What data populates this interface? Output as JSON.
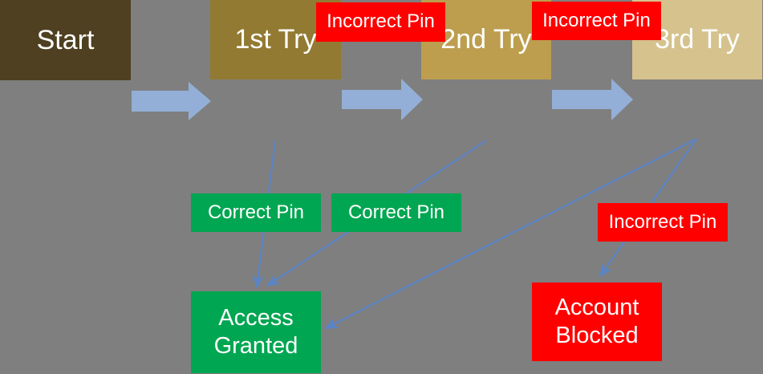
{
  "diagram": {
    "description": "PIN entry attempt flowchart",
    "nodes": {
      "start": {
        "label": "Start"
      },
      "try1": {
        "label": "1st Try"
      },
      "try2": {
        "label": "2nd Try"
      },
      "try3": {
        "label": "3rd Try"
      },
      "incorrect_pin_1": {
        "label": "Incorrect Pin"
      },
      "incorrect_pin_2": {
        "label": "Incorrect Pin"
      },
      "incorrect_pin_3": {
        "label": "Incorrect Pin"
      },
      "correct_pin_1": {
        "label": "Correct Pin"
      },
      "correct_pin_2": {
        "label": "Correct Pin"
      },
      "access_granted": {
        "label": "Access\nGranted"
      },
      "account_blocked": {
        "label": "Account\nBlocked"
      }
    },
    "edges": [
      {
        "from": "start",
        "to": "try1",
        "type": "block-arrow",
        "label": ""
      },
      {
        "from": "try1",
        "to": "try2",
        "type": "block-arrow",
        "label": "Incorrect Pin"
      },
      {
        "from": "try2",
        "to": "try3",
        "type": "block-arrow",
        "label": "Incorrect Pin"
      },
      {
        "from": "try1",
        "to": "access_granted",
        "type": "line-arrow",
        "label": "Correct Pin"
      },
      {
        "from": "try2",
        "to": "access_granted",
        "type": "line-arrow",
        "label": "Correct Pin"
      },
      {
        "from": "try3",
        "to": "access_granted",
        "type": "line-arrow",
        "label": ""
      },
      {
        "from": "try3",
        "to": "account_blocked",
        "type": "line-arrow",
        "label": "Incorrect Pin"
      }
    ],
    "colors": {
      "background": "#7F7F7F",
      "start_box": "#4E4020",
      "try1_box": "#927A33",
      "try2_box": "#BC9E4E",
      "try3_box": "#D5C28D",
      "incorrect_label_box": "#FF0000",
      "correct_label_box": "#00A651",
      "access_granted_box": "#00A651",
      "account_blocked_box": "#FF0000",
      "block_arrow": "#93AFD7",
      "connector_line": "#5B84C6",
      "text": "#FFFFFF"
    }
  }
}
